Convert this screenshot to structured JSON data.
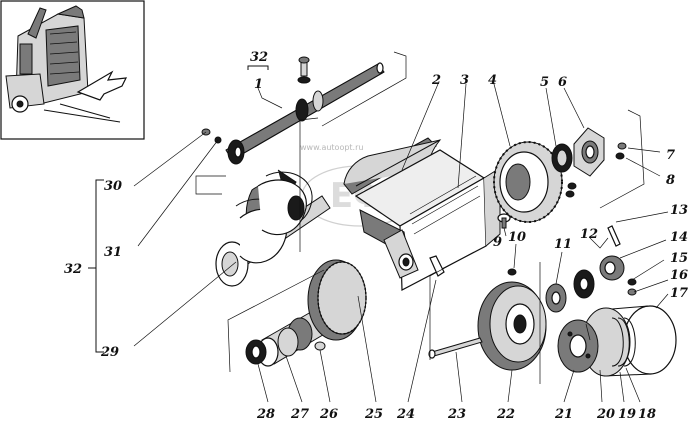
{
  "watermark": {
    "text": "www.autoopt.ru"
  },
  "callouts": {
    "n1": "1",
    "n2": "2",
    "n3": "3",
    "n4": "4",
    "n5": "5",
    "n6": "6",
    "n7": "7",
    "n8": "8",
    "n9": "9",
    "n10": "10",
    "n11": "11",
    "n12": "12",
    "n13": "13",
    "n14": "14",
    "n15": "15",
    "n16": "16",
    "n17": "17",
    "n18": "18",
    "n19": "19",
    "n20": "20",
    "n21": "21",
    "n22": "22",
    "n23": "23",
    "n24": "24",
    "n25": "25",
    "n26": "26",
    "n27": "27",
    "n28": "28",
    "n29": "29",
    "n30": "30",
    "n31": "31",
    "n32_top": "32",
    "n32_side": "32"
  }
}
